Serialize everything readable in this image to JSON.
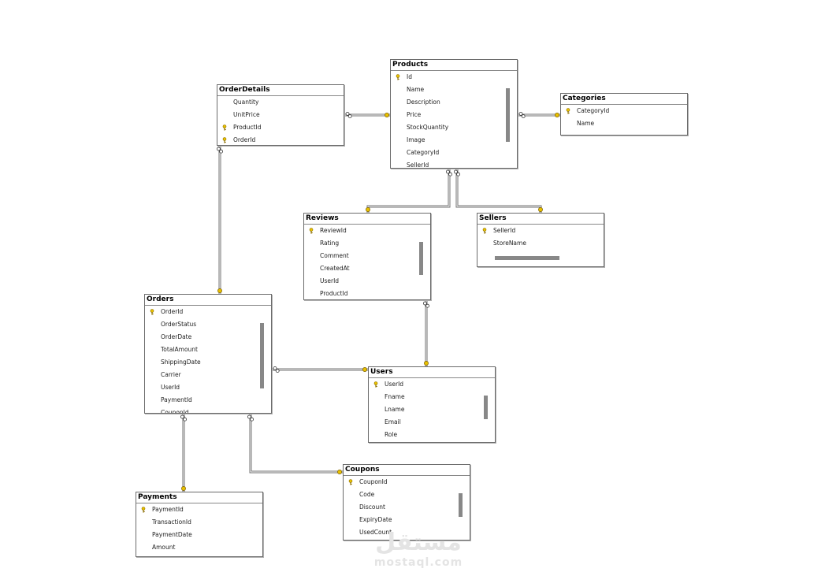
{
  "tables": [
    {
      "id": "products",
      "title": "Products",
      "rows": [
        {
          "name": "Id",
          "key": true
        },
        {
          "name": "Name",
          "key": false
        },
        {
          "name": "Description",
          "key": false
        },
        {
          "name": "Price",
          "key": false
        },
        {
          "name": "StockQuantity",
          "key": false
        },
        {
          "name": "Image",
          "key": false
        },
        {
          "name": "CategoryId",
          "key": false
        },
        {
          "name": "SellerId",
          "key": false
        }
      ]
    },
    {
      "id": "orderdetails",
      "title": "OrderDetails",
      "rows": [
        {
          "name": "Quantity",
          "key": false
        },
        {
          "name": "UnitPrice",
          "key": false
        },
        {
          "name": "ProductId",
          "key": true
        },
        {
          "name": "OrderId",
          "key": true
        }
      ]
    },
    {
      "id": "categories",
      "title": "Categories",
      "rows": [
        {
          "name": "CategoryId",
          "key": true
        },
        {
          "name": "Name",
          "key": false
        }
      ]
    },
    {
      "id": "reviews",
      "title": "Reviews",
      "rows": [
        {
          "name": "ReviewId",
          "key": true
        },
        {
          "name": "Rating",
          "key": false
        },
        {
          "name": "Comment",
          "key": false
        },
        {
          "name": "CreatedAt",
          "key": false
        },
        {
          "name": "UserId",
          "key": false
        },
        {
          "name": "ProductId",
          "key": false
        }
      ]
    },
    {
      "id": "sellers",
      "title": "Sellers",
      "rows": [
        {
          "name": "SellerId",
          "key": true
        },
        {
          "name": "StoreName",
          "key": false
        }
      ]
    },
    {
      "id": "orders",
      "title": "Orders",
      "rows": [
        {
          "name": "OrderId",
          "key": true
        },
        {
          "name": "OrderStatus",
          "key": false
        },
        {
          "name": "OrderDate",
          "key": false
        },
        {
          "name": "TotalAmount",
          "key": false
        },
        {
          "name": "ShippingDate",
          "key": false
        },
        {
          "name": "Carrier",
          "key": false
        },
        {
          "name": "UserId",
          "key": false
        },
        {
          "name": "PaymentId",
          "key": false
        },
        {
          "name": "CouponId",
          "key": false
        }
      ]
    },
    {
      "id": "users",
      "title": "Users",
      "rows": [
        {
          "name": "UserId",
          "key": true
        },
        {
          "name": "Fname",
          "key": false
        },
        {
          "name": "Lname",
          "key": false
        },
        {
          "name": "Email",
          "key": false
        },
        {
          "name": "Role",
          "key": false
        }
      ]
    },
    {
      "id": "coupons",
      "title": "Coupons",
      "rows": [
        {
          "name": "CouponId",
          "key": true
        },
        {
          "name": "Code",
          "key": false
        },
        {
          "name": "Discount",
          "key": false
        },
        {
          "name": "ExpiryDate",
          "key": false
        },
        {
          "name": "UsedCount",
          "key": false
        }
      ]
    },
    {
      "id": "payments",
      "title": "Payments",
      "rows": [
        {
          "name": "PaymentId",
          "key": true
        },
        {
          "name": "TransactionId",
          "key": false
        },
        {
          "name": "PaymentDate",
          "key": false
        },
        {
          "name": "Amount",
          "key": false
        }
      ]
    }
  ],
  "relationships": [
    {
      "from": "orderdetails",
      "to": "products"
    },
    {
      "from": "products",
      "to": "categories"
    },
    {
      "from": "products",
      "to": "reviews"
    },
    {
      "from": "products",
      "to": "sellers"
    },
    {
      "from": "orderdetails",
      "to": "orders"
    },
    {
      "from": "reviews",
      "to": "users"
    },
    {
      "from": "orders",
      "to": "users"
    },
    {
      "from": "orders",
      "to": "payments"
    },
    {
      "from": "orders",
      "to": "coupons"
    }
  ],
  "watermark": {
    "arabic": "مستقل",
    "latin": "mostaql.com"
  },
  "colors": {
    "key": "#e8c000",
    "border": "#6b6b6b",
    "line": "#707070",
    "scroll": "#888888"
  }
}
